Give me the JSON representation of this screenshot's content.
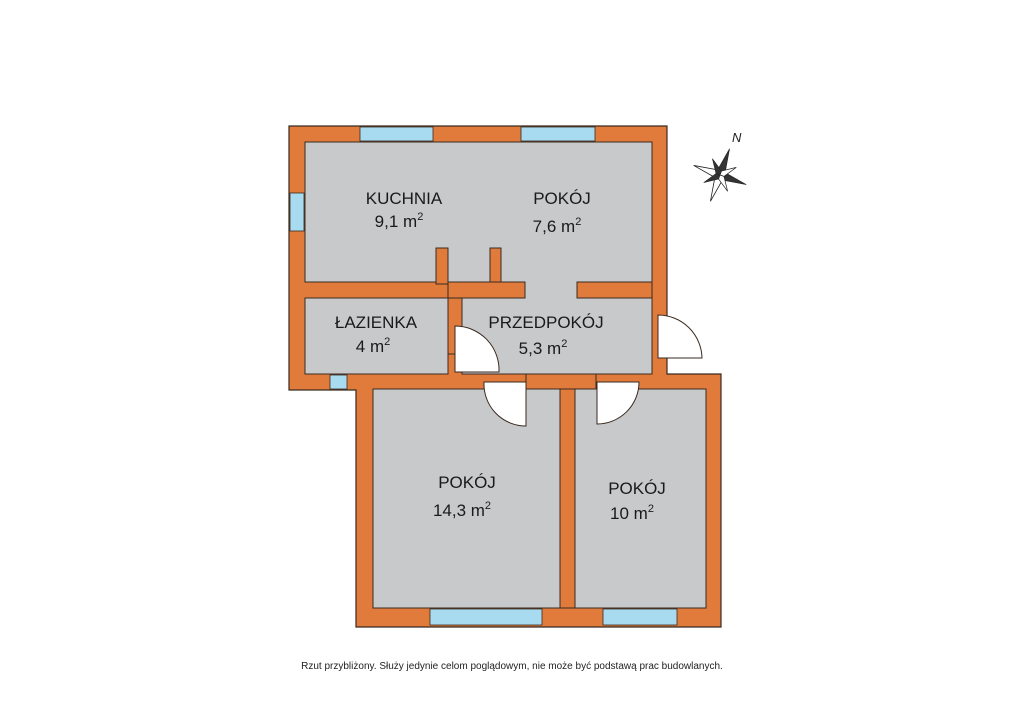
{
  "rooms": {
    "kuchnia": {
      "name": "KUCHNIA",
      "area": "9,1 m",
      "unit_exp": "2"
    },
    "pokoj_top": {
      "name": "POKÓJ",
      "area": "7,6 m",
      "unit_exp": "2"
    },
    "lazienka": {
      "name": "ŁAZIENKA",
      "area": "4 m",
      "unit_exp": "2"
    },
    "przedpokoj": {
      "name": "PRZEDPOKÓJ",
      "area": "5,3 m",
      "unit_exp": "2"
    },
    "pokoj_big": {
      "name": "POKÓJ",
      "area": "14,3 m",
      "unit_exp": "2"
    },
    "pokoj_right": {
      "name": "POKÓJ",
      "area": "10 m",
      "unit_exp": "2"
    }
  },
  "compass": {
    "north_label": "N"
  },
  "disclaimer": "Rzut przybliżony. Służy jedynie celom poglądowym, nie może być podstawą prac budowlanych.",
  "colors": {
    "wall": "#e07b3c",
    "wall_stroke": "#3a2a20",
    "floor": "#c8c9cb",
    "window": "#a9dbf0"
  }
}
